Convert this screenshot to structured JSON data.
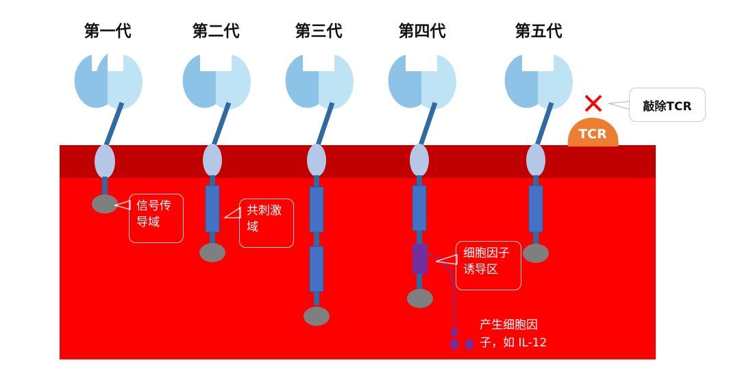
{
  "generations": [
    {
      "label": "第一代"
    },
    {
      "label": "第二代"
    },
    {
      "label": "第三代"
    },
    {
      "label": "第四代"
    },
    {
      "label": "第五代"
    }
  ],
  "callouts": {
    "signal": {
      "line1": "信号传",
      "line2": "导域"
    },
    "costim": {
      "line1": "共刺激",
      "line2": "域"
    },
    "cytokine_induce": {
      "line1": "细胞因子",
      "line2": "诱导区"
    },
    "knockout": "敲除TCR",
    "tcr": "TCR",
    "produce": {
      "line1": "产生细胞因",
      "line2": "子，如 IL-12"
    }
  },
  "colors": {
    "membrane": "#c00000",
    "cytoplasm": "#ff0000",
    "scfv_left": "#8ec3e8",
    "scfv_right": "#bde3f5",
    "stalk": "#2f6aa3",
    "hinge": "#b4c7e7",
    "domain": "#4472c4",
    "signal": "#7f7f7f",
    "cytokine": "#7030a0",
    "tcr": "#ed7d31",
    "cross": "#ff0000"
  }
}
